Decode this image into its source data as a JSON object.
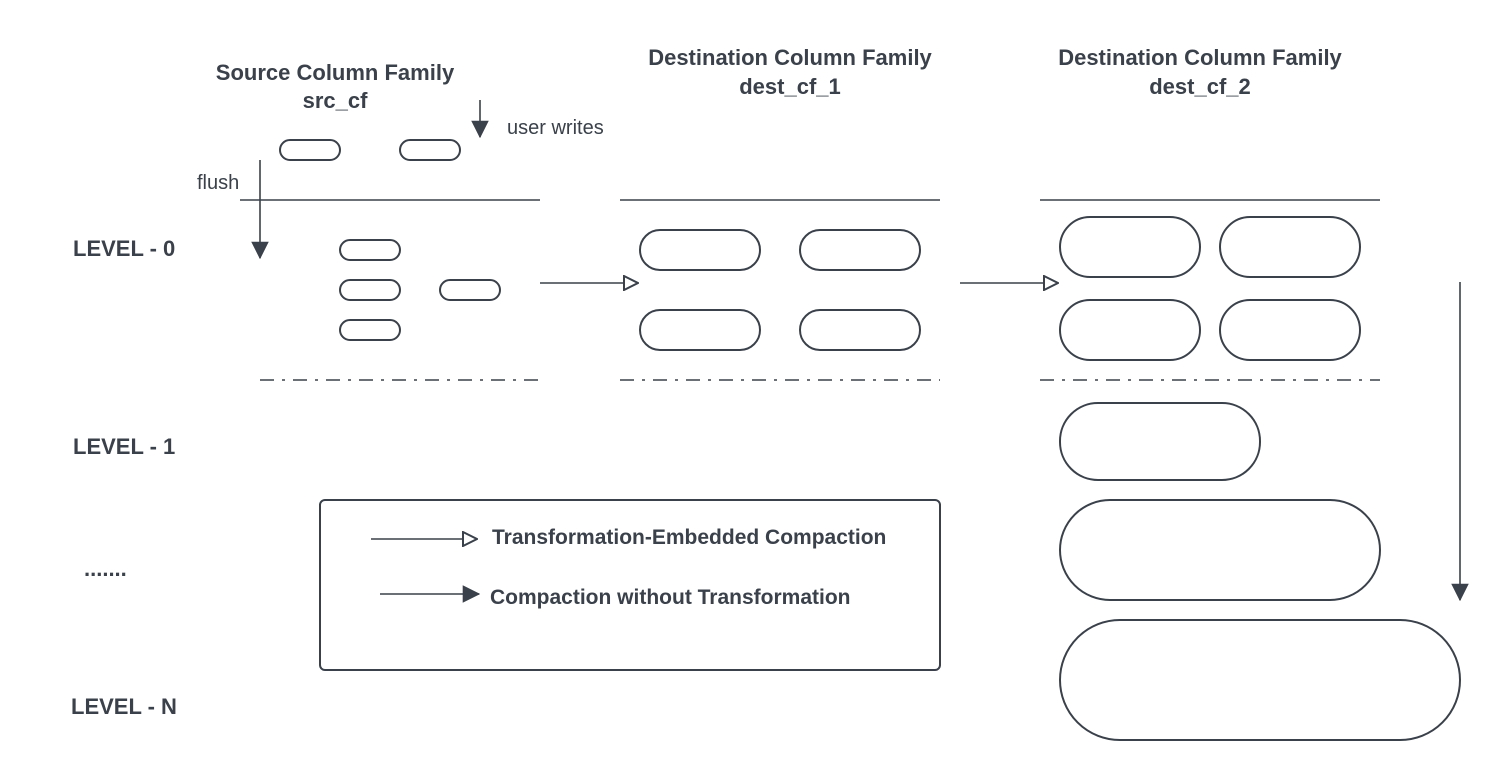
{
  "headers": {
    "source_line1": "Source Column Family",
    "source_line2": "src_cf",
    "dest1_line1": "Destination Column Family",
    "dest1_line2": "dest_cf_1",
    "dest2_line1": "Destination Column Family",
    "dest2_line2": "dest_cf_2"
  },
  "annotations": {
    "user_writes": "user writes",
    "flush": "flush"
  },
  "levels": {
    "level0": "LEVEL - 0",
    "level1": "LEVEL - 1",
    "ellipsis": ".......",
    "levelN": "LEVEL - N"
  },
  "legend": {
    "hollow_arrow": "Transformation-Embedded Compaction",
    "solid_arrow": "Compaction without Transformation"
  },
  "colors": {
    "stroke": "#3a414a",
    "background": "#ffffff"
  }
}
